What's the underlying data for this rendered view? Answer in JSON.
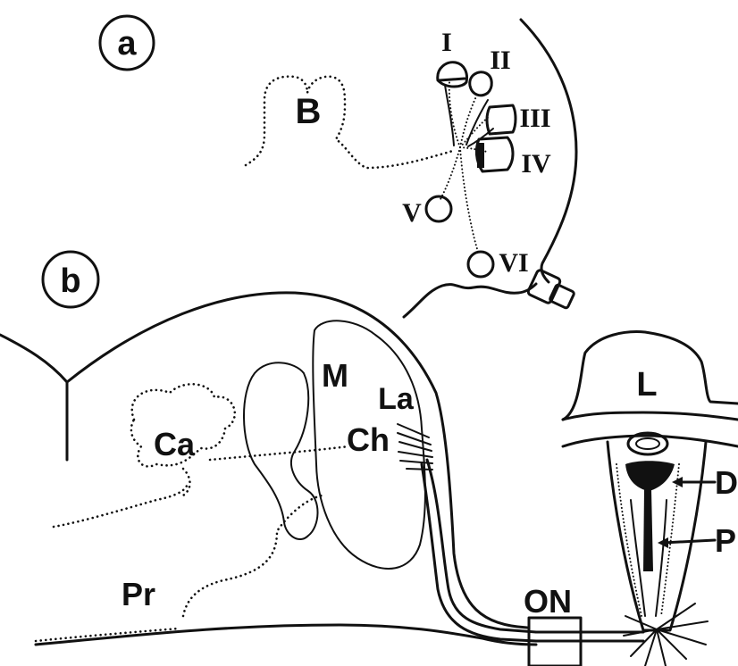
{
  "panel_a": {
    "marker": "a",
    "structure_b": "B",
    "numerals": [
      "I",
      "II",
      "III",
      "IV",
      "V",
      "VI"
    ]
  },
  "panel_b": {
    "marker": "b",
    "labels": {
      "ca": "Ca",
      "pr": "Pr",
      "m": "M",
      "la": "La",
      "ch": "Ch",
      "l": "L",
      "d": "D",
      "p": "P",
      "on": "ON"
    }
  }
}
